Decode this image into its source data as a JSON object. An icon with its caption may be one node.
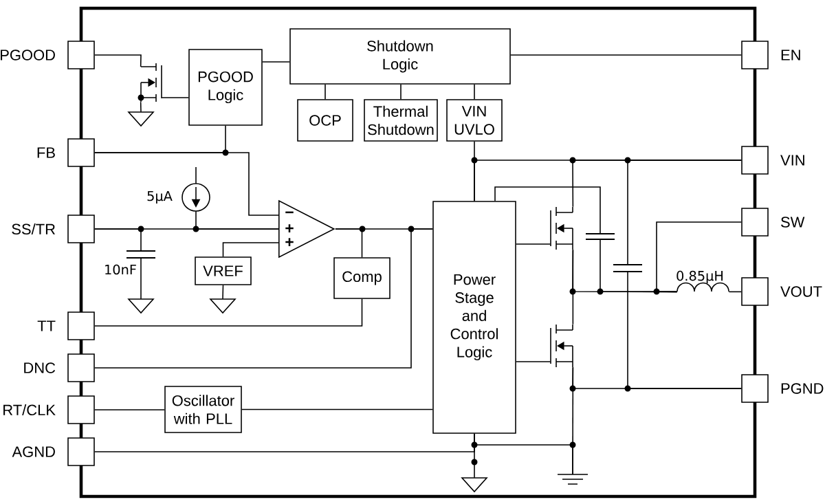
{
  "diagram": {
    "nodes": [
      {
        "text": [
          "PGOOD"
        ]
      },
      {
        "text": [
          "FB"
        ]
      },
      {
        "text": [
          "SS/TR"
        ]
      },
      {
        "text": [
          "TT"
        ]
      },
      {
        "text": [
          "DNC"
        ]
      },
      {
        "text": [
          "RT/CLK"
        ]
      },
      {
        "text": [
          "AGND"
        ]
      },
      {
        "text": [
          "EN"
        ]
      },
      {
        "text": [
          "VIN"
        ]
      },
      {
        "text": [
          "SW"
        ]
      },
      {
        "text": [
          "VOUT"
        ]
      },
      {
        "text": [
          "PGND"
        ]
      },
      {
        "text": [
          "Shutdown Logic"
        ]
      },
      {
        "text": [
          "PGOOD Logic"
        ]
      },
      {
        "text": [
          "OCP"
        ]
      },
      {
        "text": [
          "Thermal Shutdown"
        ]
      },
      {
        "text": [
          "VIN UVLO"
        ]
      },
      {
        "text": [],
        "shape": "triangle"
      },
      {
        "text": [
          "VREF"
        ]
      },
      {
        "text": [
          "Comp"
        ]
      },
      {
        "text": [
          "Oscillator with PLL"
        ]
      },
      {
        "text": [
          "Power Stage and Control Logic"
        ]
      },
      {
        "text": [],
        "shape": "transistor"
      },
      {
        "text": [],
        "shape": "circle",
        "beside": [
          "5µA"
        ]
      },
      {
        "text": [],
        "shape": "capacitor",
        "beside": [
          "10nF"
        ]
      },
      {
        "text": [],
        "shape": "ground"
      },
      {
        "text": [],
        "shape": "ground"
      },
      {
        "text": [],
        "shape": "ground"
      },
      {
        "text": [],
        "shape": "transistor"
      },
      {
        "text": [],
        "shape": "transistor"
      },
      {
        "text": [],
        "shape": "capacitor"
      },
      {
        "text": [],
        "shape": "capacitor"
      },
      {
        "text": [],
        "shape": "inductor",
        "beside": [
          "0.85µH"
        ]
      },
      {
        "text": [],
        "shape": "ground"
      },
      {
        "text": [],
        "shape": "ground"
      }
    ],
    "edges": [
      {
        "from": 13,
        "to": 12,
        "arrow": "none"
      },
      {
        "from": 12,
        "to": 7,
        "arrow": "none"
      },
      {
        "from": 12,
        "to": 14,
        "arrow": "none"
      },
      {
        "from": 12,
        "to": 15,
        "arrow": "none"
      },
      {
        "from": 12,
        "to": 16,
        "arrow": "none"
      },
      {
        "from": 1,
        "to": 13,
        "arrow": "none"
      },
      {
        "from": 1,
        "to": 17,
        "arrow": "none"
      },
      {
        "from": 2,
        "to": 17,
        "arrow": "none"
      },
      {
        "from": 18,
        "to": 17,
        "arrow": "none"
      },
      {
        "from": 17,
        "to": 21,
        "arrow": "none"
      },
      {
        "from": 17,
        "to": 19,
        "arrow": "none"
      },
      {
        "from": 3,
        "to": 19,
        "arrow": "none"
      },
      {
        "from": 4,
        "to": 21,
        "arrow": "none"
      },
      {
        "from": 5,
        "to": 20,
        "arrow": "none"
      },
      {
        "from": 20,
        "to": 21,
        "arrow": "none"
      },
      {
        "from": 6,
        "to": 21,
        "arrow": "none"
      },
      {
        "from": 16,
        "to": 21,
        "arrow": "none"
      },
      {
        "from": 8,
        "to": 21,
        "arrow": "none"
      },
      {
        "from": 0,
        "to": 22,
        "arrow": "none"
      },
      {
        "from": 22,
        "to": 13,
        "arrow": "none"
      },
      {
        "from": 22,
        "to": 25,
        "arrow": "none"
      },
      {
        "from": 23,
        "to": 17,
        "arrow": "none"
      },
      {
        "from": null,
        "to": 23,
        "arrow": "none"
      },
      {
        "from": 2,
        "to": 24,
        "arrow": "none"
      },
      {
        "from": 24,
        "to": 26,
        "arrow": "none"
      },
      {
        "from": 18,
        "to": 27,
        "arrow": "none"
      },
      {
        "from": 21,
        "to": 28,
        "arrow": "none"
      },
      {
        "from": 21,
        "to": 29,
        "arrow": "none"
      },
      {
        "from": 8,
        "to": 28,
        "arrow": "none"
      },
      {
        "from": 28,
        "to": 29,
        "arrow": "none"
      },
      {
        "from": 29,
        "to": 34,
        "arrow": "none"
      },
      {
        "from": 11,
        "to": 29,
        "arrow": "none"
      },
      {
        "from": 21,
        "to": 30,
        "arrow": "none"
      },
      {
        "from": 30,
        "to": 32,
        "arrow": "none"
      },
      {
        "from": 28,
        "to": 32,
        "arrow": "none"
      },
      {
        "from": 9,
        "to": 32,
        "arrow": "none"
      },
      {
        "from": 32,
        "to": 10,
        "arrow": "none"
      },
      {
        "from": 8,
        "to": 31,
        "arrow": "none"
      },
      {
        "from": 31,
        "to": 11,
        "arrow": "none"
      },
      {
        "from": 21,
        "to": 33,
        "arrow": "none"
      },
      {
        "from": 21,
        "to": 34,
        "arrow": "none"
      }
    ],
    "labels": [
      "−",
      "+",
      "+"
    ]
  }
}
